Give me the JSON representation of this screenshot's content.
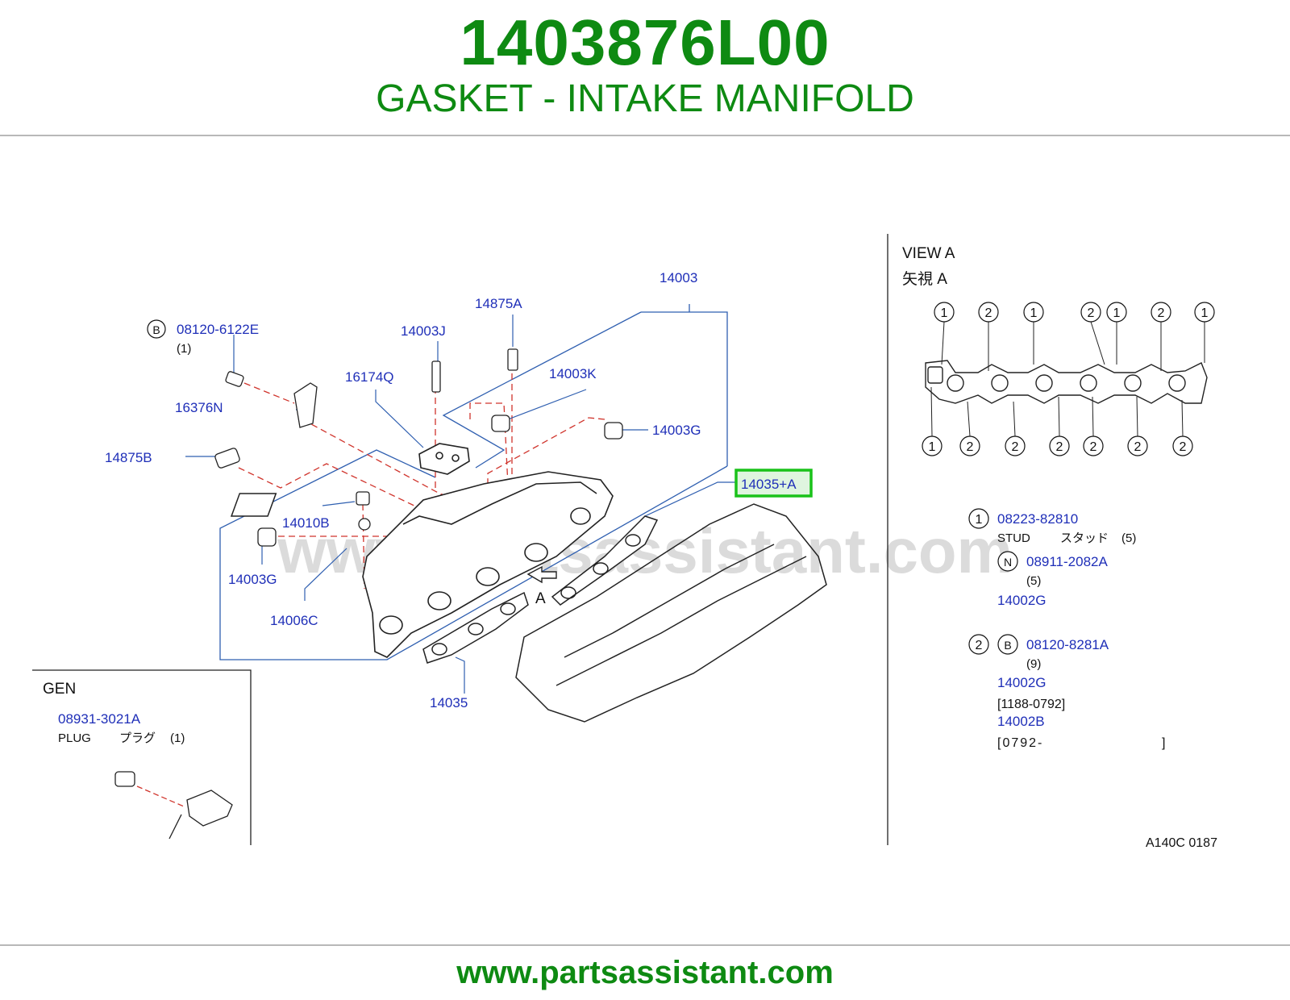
{
  "header": {
    "part_number": "1403876L00",
    "part_name": "GASKET - INTAKE MANIFOLD"
  },
  "watermark": "www.partsassistant.com",
  "footer": {
    "url": "www.partsassistant.com"
  },
  "colors": {
    "brand_green": "#0e8a12",
    "callout_blue": "#1f2fb8",
    "highlight_green": "#19c219",
    "leader_red": "#d0342c",
    "frame_blue": "#2f5fb0"
  },
  "main_view": {
    "labels": {
      "p14003": "14003",
      "p14875A": "14875A",
      "p14003J": "14003J",
      "p14003K": "14003K",
      "p16174Q": "16174Q",
      "p14003G_top": "14003G",
      "p14875B": "14875B",
      "p16376N": "16376N",
      "p14010B": "14010B",
      "p14003G_left": "14003G",
      "p14006C": "14006C",
      "p14035": "14035",
      "p14035A": "14035+A",
      "view_arrow": "A"
    },
    "bolt_b": {
      "symbol": "B",
      "part": "08120-6122E",
      "qty": "(1)"
    }
  },
  "gen_box": {
    "title": "GEN",
    "part": "08931-3021A",
    "desc_en": "PLUG",
    "desc_jp": "プラグ",
    "qty": "(1)"
  },
  "view_a": {
    "title": "VIEW A",
    "title_jp": "矢視 A",
    "top_markers": [
      "1",
      "2",
      "1",
      "2",
      "1",
      "2",
      "1"
    ],
    "bottom_markers": [
      "1",
      "2",
      "2",
      "2",
      "2",
      "2",
      "2"
    ],
    "legend": {
      "item1": {
        "marker": "1",
        "part": "08223-82810",
        "desc_en": "STUD",
        "desc_jp": "スタッド",
        "qty": "(5)",
        "nut_symbol": "N",
        "nut_part": "08911-2082A",
        "nut_qty": "(5)",
        "ref": "14002G"
      },
      "item2": {
        "marker": "2",
        "symbol": "B",
        "part": "08120-8281A",
        "qty": "(9)",
        "ref1": "14002G",
        "date1": "[1188-0792]",
        "ref2": "14002B",
        "date2": "[0792-",
        "date2_close": "]"
      }
    },
    "code": "A140C 0187"
  }
}
